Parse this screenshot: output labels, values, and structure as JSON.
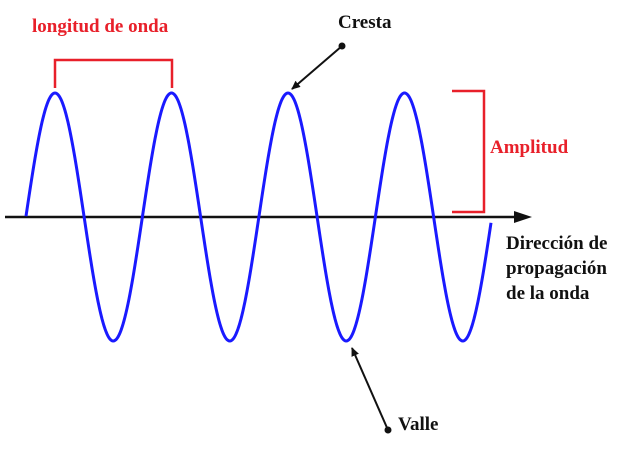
{
  "labels": {
    "wavelength": "longitud de onda",
    "crest": "Cresta",
    "amplitude": "Amplitud",
    "direction": [
      "Dirección de",
      "propagación",
      "de la onda"
    ],
    "trough": "Valle"
  },
  "colors": {
    "wave": "#1a1aff",
    "bracket": "#e8202a",
    "label_red": "#e8202a",
    "axis": "#111111"
  }
}
